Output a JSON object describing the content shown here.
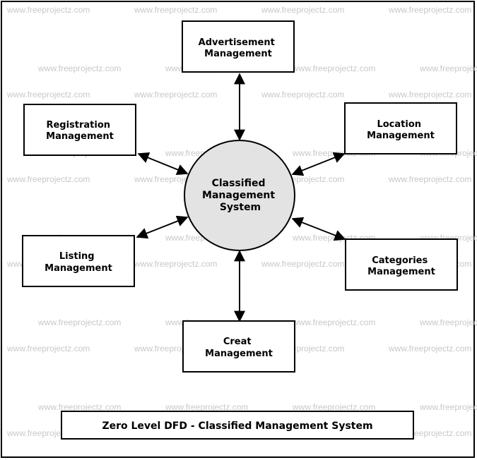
{
  "diagram": {
    "process": {
      "lines": [
        "Classified",
        "Management",
        "System"
      ]
    },
    "entities": {
      "advertisement": {
        "lines": [
          "Advertisement",
          "Management"
        ]
      },
      "registration": {
        "lines": [
          "Registration",
          "Management"
        ]
      },
      "location": {
        "lines": [
          "Location",
          "Management"
        ]
      },
      "listing": {
        "lines": [
          "Listing",
          "Management"
        ]
      },
      "categories": {
        "lines": [
          "Categories",
          "Management"
        ]
      },
      "creat": {
        "lines": [
          "Creat",
          "Management"
        ]
      }
    },
    "caption": "Zero Level DFD - Classified Management System",
    "watermark": "www.freeprojectz.com",
    "colors": {
      "process_fill": "#e3e3e3",
      "watermark": "#c8c8c8",
      "stroke": "#000000"
    }
  }
}
